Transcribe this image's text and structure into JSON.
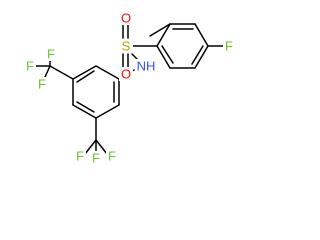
{
  "atoms": {
    "o_top": {
      "text": "O",
      "color": "#ff0d0d"
    },
    "o_bottom": {
      "text": "O",
      "color": "#ff0d0d"
    },
    "s": {
      "text": "S",
      "color": "#b3a600"
    },
    "nh": {
      "text": "NH",
      "color": "#3050f8"
    },
    "f_para": {
      "text": "F",
      "color": "#64c832"
    },
    "f_l1": {
      "text": "F",
      "color": "#64c832"
    },
    "f_l2": {
      "text": "F",
      "color": "#64c832"
    },
    "f_l3": {
      "text": "F",
      "color": "#64c832"
    },
    "f_b1": {
      "text": "F",
      "color": "#64c832"
    },
    "f_b2": {
      "text": "F",
      "color": "#64c832"
    },
    "f_b3": {
      "text": "F",
      "color": "#64c832"
    }
  }
}
